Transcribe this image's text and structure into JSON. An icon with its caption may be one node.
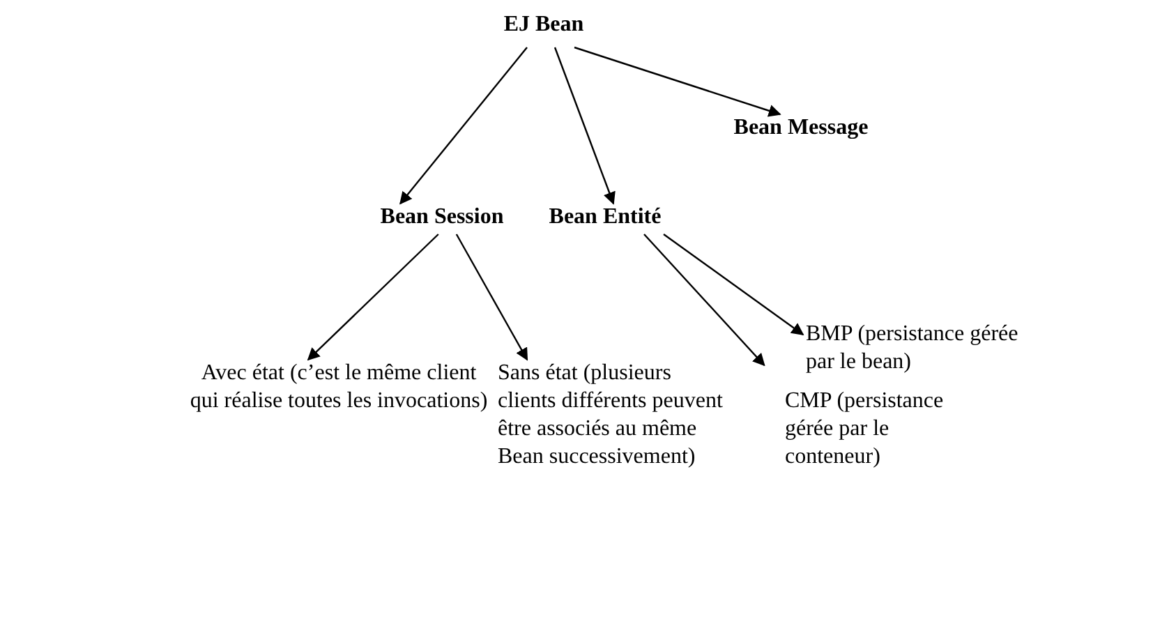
{
  "diagram": {
    "nodes": [
      {
        "text": [
          "EJ Bean"
        ]
      },
      {
        "text": [
          "Bean Session"
        ]
      },
      {
        "text": [
          "Bean Entité"
        ]
      },
      {
        "text": [
          "Bean Message"
        ]
      },
      {
        "text": [
          "Avec état (c’est le même client qui réalise toutes les invocations)"
        ]
      },
      {
        "text": [
          "Sans état (plusieurs clients différents peuvent être associés au même Bean successivement)"
        ]
      },
      {
        "text": [
          "BMP (persistance gérée par le bean)"
        ]
      },
      {
        "text": [
          "CMP (persistance gérée par le conteneur)"
        ]
      }
    ],
    "edges": [
      {
        "from": 0,
        "to": 1,
        "arrow": "to"
      },
      {
        "from": 0,
        "to": 2,
        "arrow": "to"
      },
      {
        "from": 0,
        "to": 3,
        "arrow": "to"
      },
      {
        "from": 1,
        "to": 4,
        "arrow": "to"
      },
      {
        "from": 1,
        "to": 5,
        "arrow": "to"
      },
      {
        "from": 2,
        "to": 6,
        "arrow": "to"
      },
      {
        "from": 2,
        "to": 7,
        "arrow": "to"
      }
    ]
  }
}
